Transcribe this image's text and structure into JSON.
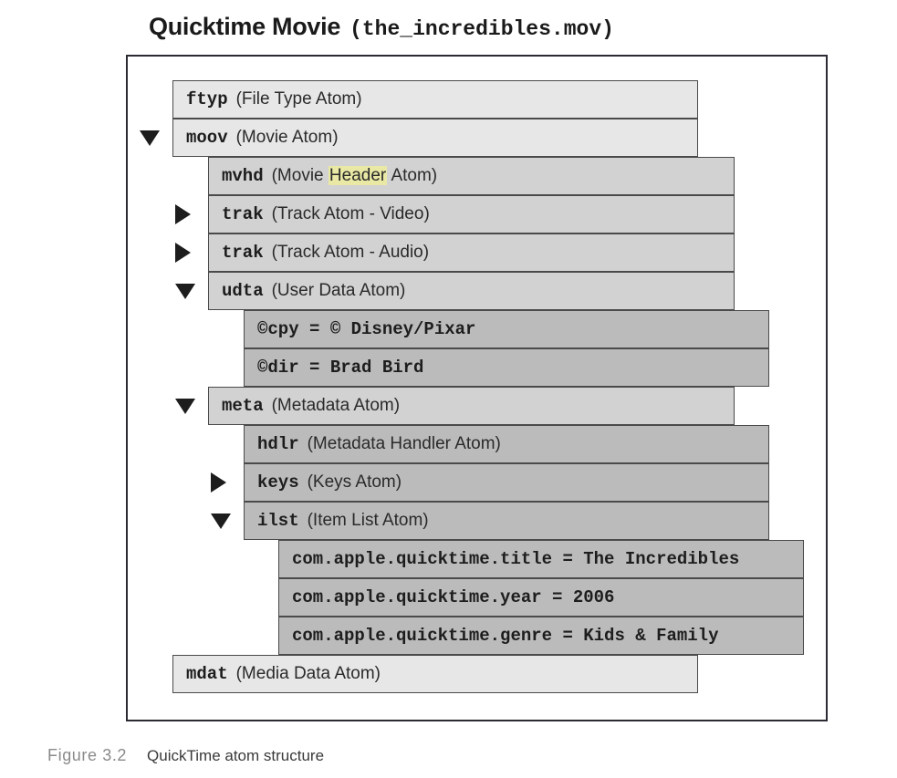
{
  "title": {
    "main": "Quicktime Movie",
    "file": "(the_incredibles.mov)"
  },
  "caption": {
    "number": "Figure 3.2",
    "text": "QuickTime atom structure"
  },
  "colors": {
    "level0_fill": "#e7e7e7",
    "level1_fill": "#d2d2d2",
    "level2_fill": "#bbbbbb",
    "border": "#4a4a4a",
    "frame": "#2b2b33",
    "highlight": "#e9e9a5"
  },
  "atoms": [
    {
      "code": "ftyp",
      "desc": "(File Type Atom)",
      "level": 0,
      "disclosure": "none"
    },
    {
      "code": "moov",
      "desc": "(Movie Atom)",
      "level": 0,
      "disclosure": "expanded"
    },
    {
      "code": "mvhd",
      "desc_before": "(Movie ",
      "desc_highlight": "Header",
      "desc_after": " Atom)",
      "level": 1,
      "disclosure": "none"
    },
    {
      "code": "trak",
      "desc": "(Track Atom - Video)",
      "level": 1,
      "disclosure": "collapsed"
    },
    {
      "code": "trak",
      "desc": "(Track Atom - Audio)",
      "level": 1,
      "disclosure": "collapsed"
    },
    {
      "code": "udta",
      "desc": "(User Data Atom)",
      "level": 1,
      "disclosure": "expanded"
    },
    {
      "kv": "©cpy = © Disney/Pixar",
      "level": 2,
      "disclosure": "none"
    },
    {
      "kv": "©dir = Brad Bird",
      "level": 2,
      "disclosure": "none"
    },
    {
      "code": "meta",
      "desc": "(Metadata Atom)",
      "level": 1,
      "disclosure": "expanded"
    },
    {
      "code": "hdlr",
      "desc": "(Metadata Handler Atom)",
      "level": 2,
      "disclosure": "none"
    },
    {
      "code": "keys",
      "desc": "(Keys Atom)",
      "level": 2,
      "disclosure": "collapsed"
    },
    {
      "code": "ilst",
      "desc": "(Item List Atom)",
      "level": 2,
      "disclosure": "expanded"
    },
    {
      "kv": "com.apple.quicktime.title = The Incredibles",
      "level": 3,
      "disclosure": "none"
    },
    {
      "kv": "com.apple.quicktime.year = 2006",
      "level": 3,
      "disclosure": "none"
    },
    {
      "kv": "com.apple.quicktime.genre = Kids & Family",
      "level": 3,
      "disclosure": "none"
    },
    {
      "code": "mdat",
      "desc": "(Media Data Atom)",
      "level": 0,
      "disclosure": "none"
    }
  ]
}
